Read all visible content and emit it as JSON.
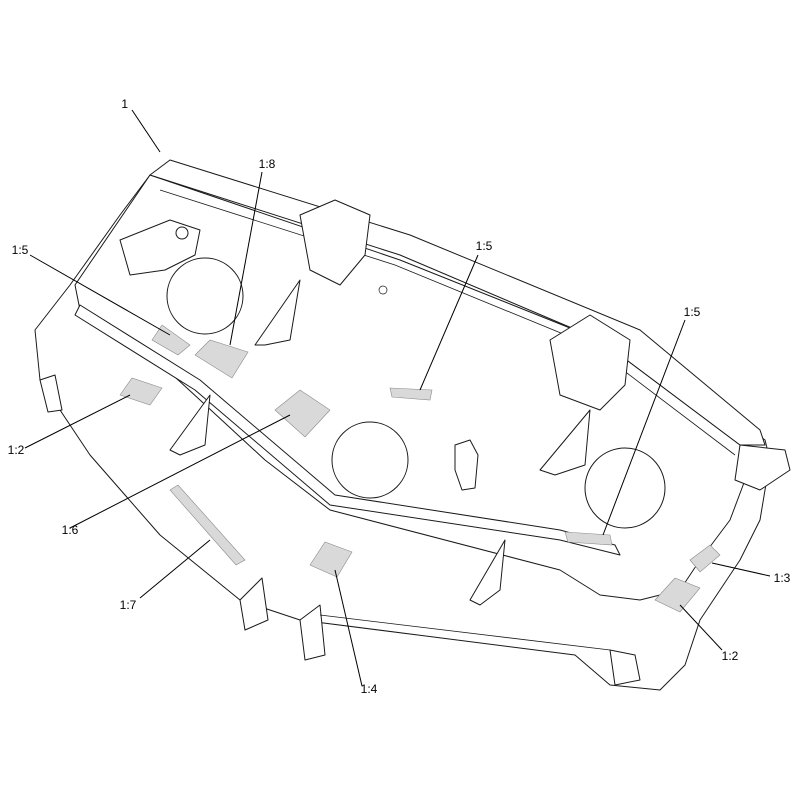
{
  "colors": {
    "line": "#1a1a1a",
    "decal": "#d9d9d9",
    "background": "#ffffff"
  },
  "callouts": [
    {
      "id": "c1",
      "text": "1"
    },
    {
      "id": "c18",
      "text": "1:8"
    },
    {
      "id": "c15a",
      "text": "1:5"
    },
    {
      "id": "c15b",
      "text": "1:5"
    },
    {
      "id": "c15c",
      "text": "1:5"
    },
    {
      "id": "c12a",
      "text": "1:2"
    },
    {
      "id": "c16",
      "text": "1:6"
    },
    {
      "id": "c17",
      "text": "1:7"
    },
    {
      "id": "c14",
      "text": "1:4"
    },
    {
      "id": "c13",
      "text": "1:3"
    },
    {
      "id": "c12b",
      "text": "1:2"
    }
  ]
}
